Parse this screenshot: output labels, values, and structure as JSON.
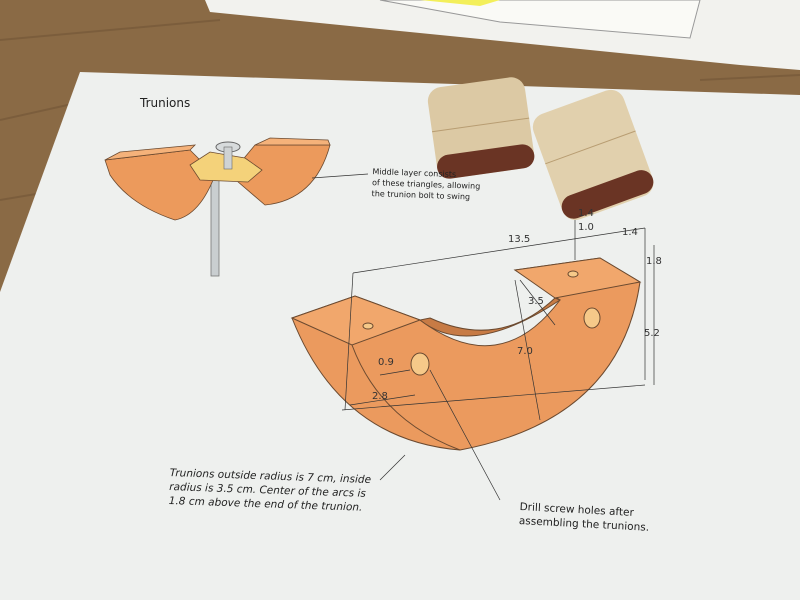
{
  "sheet": {
    "title": "Trunions",
    "callout_middle_layer": [
      "Middle layer consists",
      "of these triangles, allowing",
      "the trunion bolt to swing"
    ],
    "dimensions": {
      "overall_length": "13.5",
      "layer_outer_1": "1.4",
      "layer_middle": "1.0",
      "layer_outer_2": "1.4",
      "arc_center_height": "1.8",
      "end_height": "5.2",
      "inner_radius": "3.5",
      "outer_radius": "7.0",
      "hole_height": "0.9",
      "hole_offset": "2.8"
    },
    "note_radius": [
      "Trunions outside radius is 7 cm, inside",
      "radius is 3.5 cm.  Center of the arcs is",
      "1.8 cm above the end of the trunion."
    ],
    "note_drill": [
      "Drill screw holes after",
      "assembling the trunions."
    ]
  },
  "colors": {
    "paper": "#eef0ee",
    "trunion": "#e9955a",
    "wood_table": "#8a6a45",
    "wood_piece": "#dcc9a4"
  }
}
